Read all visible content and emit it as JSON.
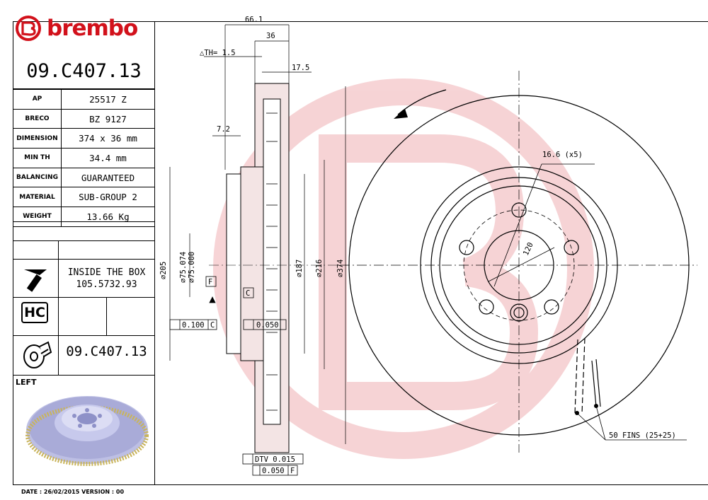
{
  "brand": {
    "name": "brembo",
    "color": "#d2111b"
  },
  "part_number": "09.C407.13",
  "specs": [
    {
      "key": "AP",
      "value": "25517 Z"
    },
    {
      "key": "BRECO",
      "value": "BZ 9127"
    },
    {
      "key": "DIMENSION",
      "value": "374 x 36 mm"
    },
    {
      "key": "MIN TH",
      "value": "34.4 mm"
    },
    {
      "key": "BALANCING",
      "value": "GUARANTEED"
    },
    {
      "key": "MATERIAL",
      "value": "SUB-GROUP 2"
    },
    {
      "key": "WEIGHT",
      "value": "13.66 Kg"
    }
  ],
  "inside_box": {
    "line1": "INSIDE THE BOX",
    "line2": "105.5732.93"
  },
  "hc_label": "HC",
  "side": "LEFT",
  "footer": "DATE : 26/02/2015 VERSION : 00",
  "dimensions": {
    "overall_hub_depth": "66.1",
    "thickness": "36",
    "delta_th": "△TH= 1.5",
    "friction_ring": "17.5",
    "hat_wall": "7.2",
    "d205": "⌀205",
    "d75": "⌀75.074",
    "d75b": "⌀75.000",
    "d187": "⌀187",
    "d216": "⌀216",
    "d374": "⌀374",
    "holes": "16.6 (x5)",
    "pcd": "120",
    "fins": "50 FINS (25+25)",
    "datum_f": "F",
    "datum_c": "C",
    "parallel": "0.100",
    "parallel_ref": "C",
    "flatness": "0.050",
    "dtv": "DTV 0.015",
    "runout": "0.050",
    "runout_ref": "F"
  },
  "icons": [
    "screw-icon",
    "hc-icon",
    "disc-wear-icon",
    "disc-render-icon",
    "rotation-arrow-icon"
  ]
}
